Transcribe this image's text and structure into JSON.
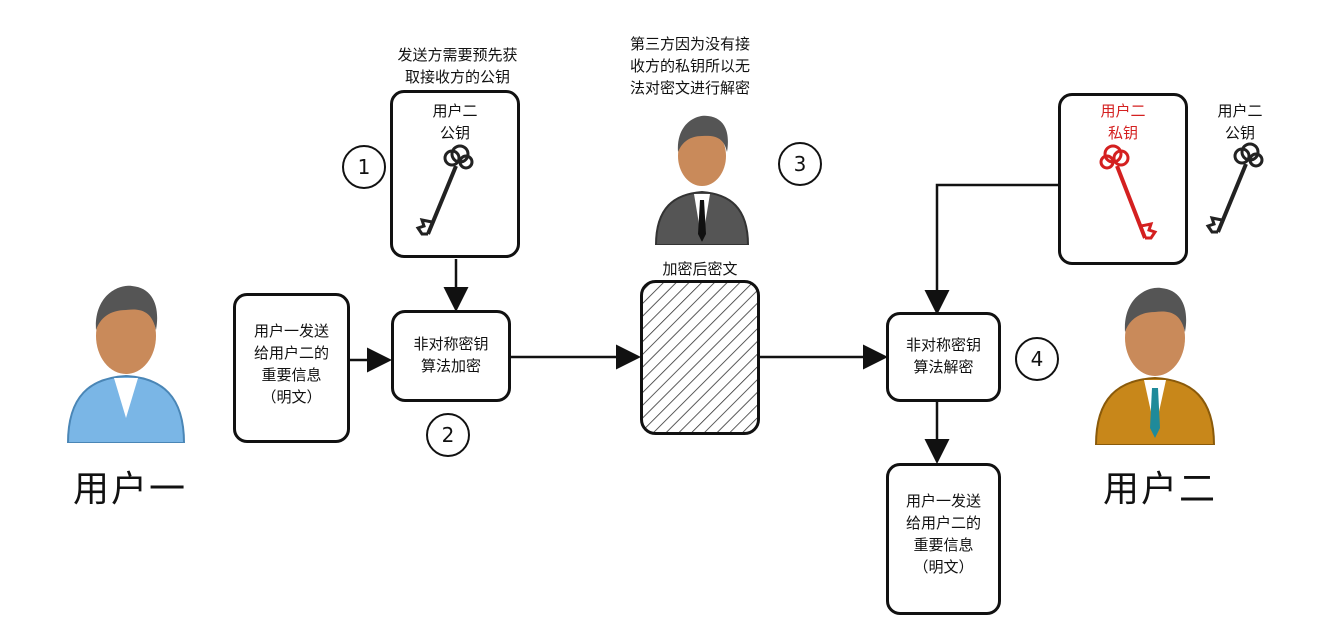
{
  "users": {
    "user_one": "用户一",
    "user_two": "用户二"
  },
  "notes": {
    "sender_note": "发送方需要预先获\n取接收方的公钥",
    "third_party_note": "第三方因为没有接\n收方的私钥所以无\n法对密文进行解密"
  },
  "keys": {
    "public_key_box": "用户二\n公钥",
    "private_key_box": "用户二\n私钥",
    "public_key_loose": "用户二\n公钥"
  },
  "boxes": {
    "plaintext_left": "用户一发送\n给用户二的\n重要信息\n（明文）",
    "encrypt": "非对称密钥\n算法加密",
    "ciphertext_label": "加密后密文",
    "decrypt": "非对称密钥\n算法解密",
    "plaintext_right": "用户一发送\n给用户二的\n重要信息\n（明文）"
  },
  "steps": [
    "1",
    "2",
    "3",
    "4"
  ],
  "colors": {
    "private_key": "#d42020",
    "user_one_shirt": "#7ab6e6",
    "user_two_shirt": "#c8871a",
    "third_party_suit": "#555555"
  }
}
